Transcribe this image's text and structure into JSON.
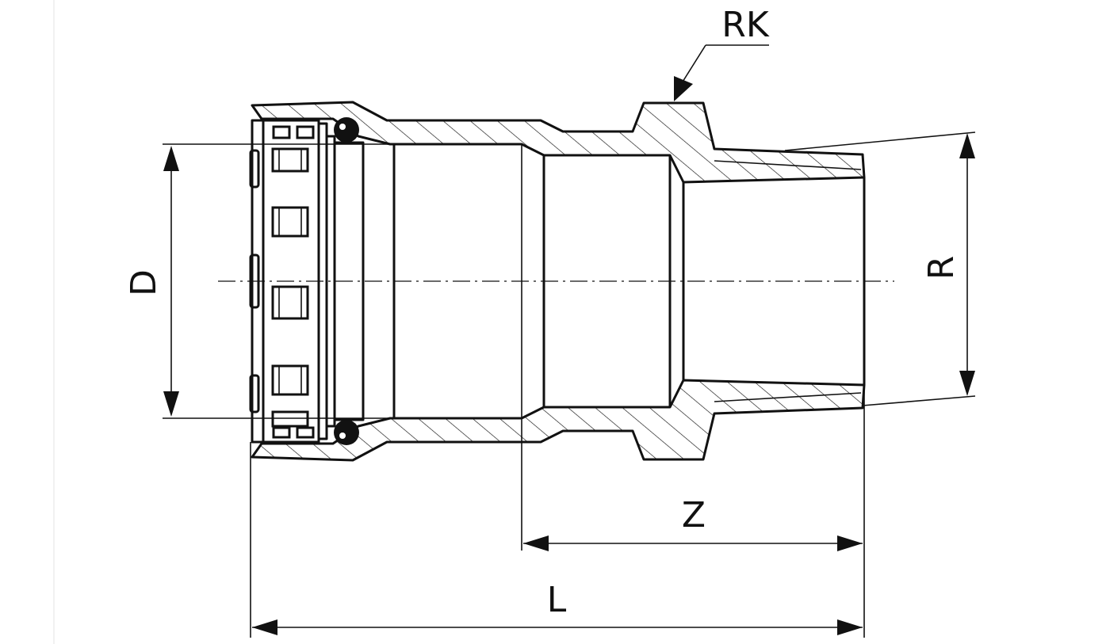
{
  "labels": {
    "rk": "RK",
    "d": "D",
    "r": "R",
    "z": "Z",
    "l": "L"
  },
  "colors": {
    "line": "#111111",
    "background": "#ffffff"
  }
}
